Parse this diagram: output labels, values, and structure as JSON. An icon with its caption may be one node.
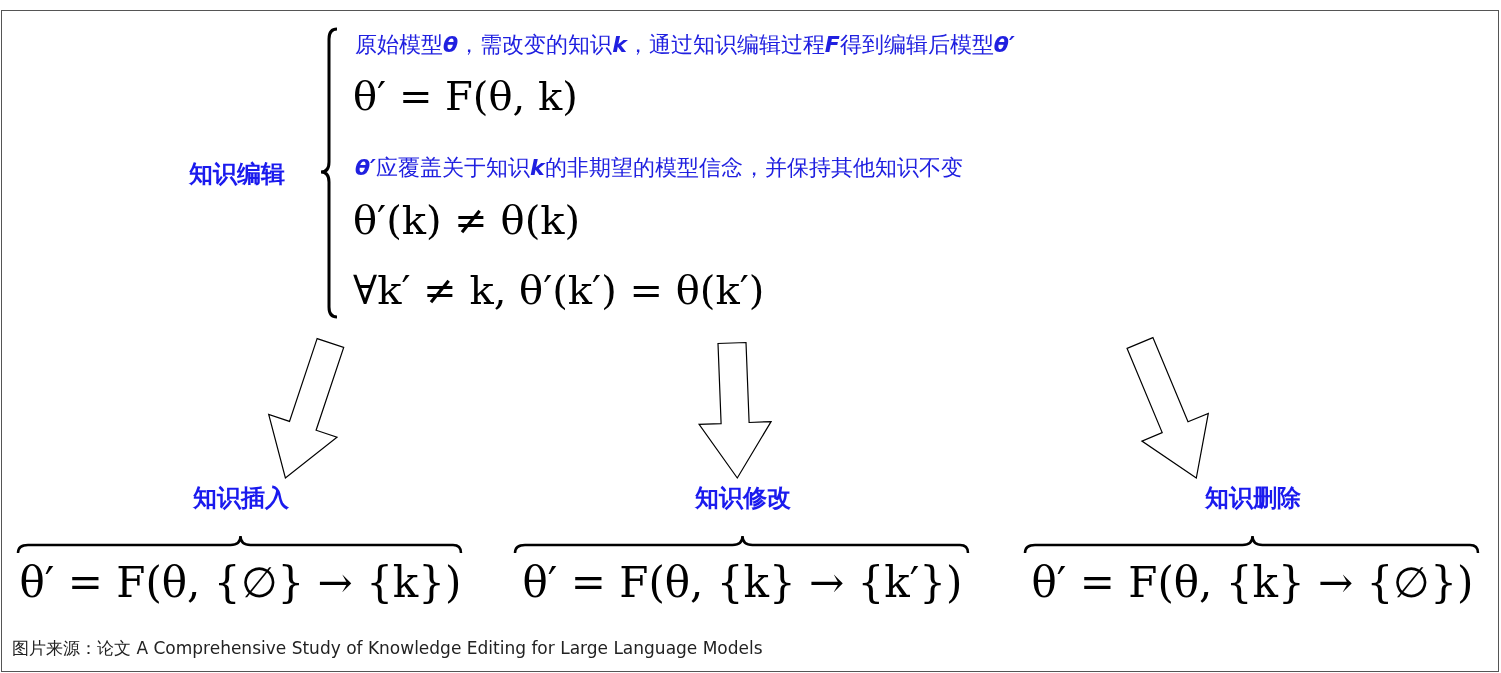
{
  "diagram": {
    "caption": "图片来源：论文 A Comprehensive Study of Knowledge Editing for Large Language Models",
    "nodes": [
      {
        "text": [
          "知识编辑",
          "原始模型**θ**，需改变的知识**k**，通过知识编辑过程**F**得到编辑后模型**θ′**",
          "θ′ = F(θ, k)",
          "**θ′**应覆盖关于知识**k**的非期望的模型信念，并保持其他知识不变",
          "θ′(k) ≠ θ(k)",
          "∀k′ ≠ k, θ′(k′) = θ(k′)"
        ]
      },
      {
        "text": [
          "知识插入",
          "θ′ = F(θ, {∅} → {k})"
        ]
      },
      {
        "text": [
          "知识修改",
          "θ′ = F(θ, {k} → {k′})"
        ]
      },
      {
        "text": [
          "知识删除",
          "θ′ = F(θ, {k} → {∅})"
        ]
      }
    ],
    "edges": [
      {
        "from": 0,
        "to": 1,
        "arrow": "to"
      },
      {
        "from": 0,
        "to": 2,
        "arrow": "to"
      },
      {
        "from": 0,
        "to": 3,
        "arrow": "to"
      }
    ]
  }
}
